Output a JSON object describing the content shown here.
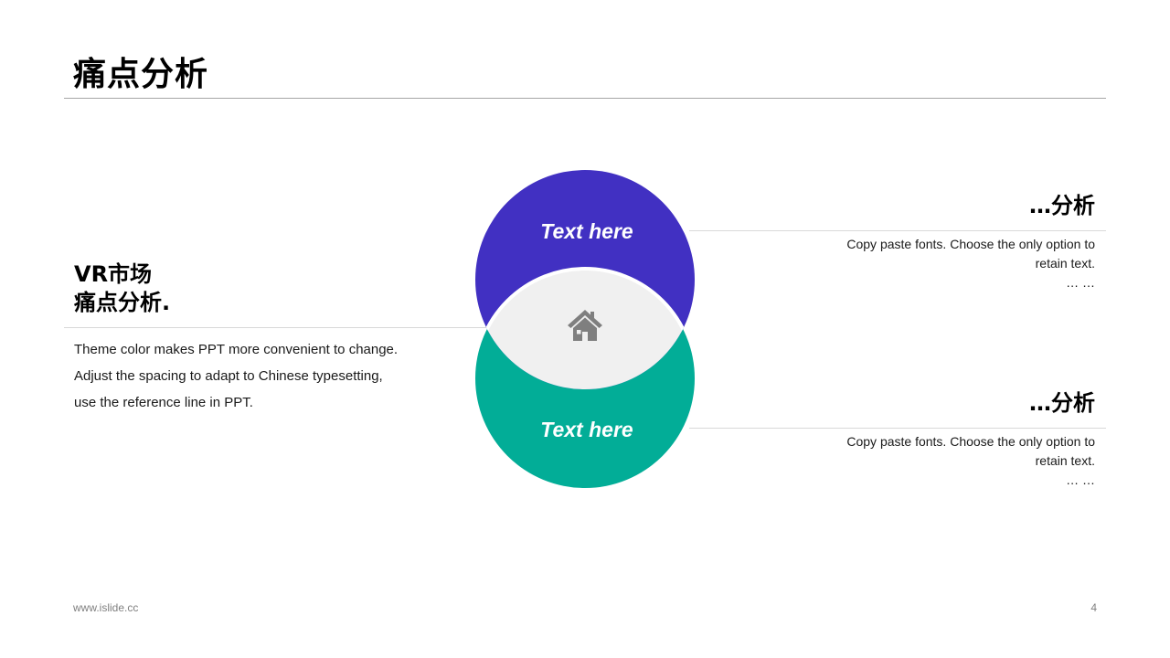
{
  "title": "痛点分析",
  "left": {
    "heading_line1": "VR市场",
    "heading_line2": "痛点分析.",
    "body": [
      "Theme color makes PPT more convenient to change.",
      "Adjust the spacing to adapt to Chinese typesetting,",
      "use the reference line in PPT."
    ]
  },
  "venn": {
    "top_label": "Text here",
    "bottom_label": "Text here",
    "center_icon": "home-icon",
    "top_color": "#4130c2",
    "bottom_color": "#02ad97",
    "overlap_color": "#f0f0f0"
  },
  "right_items": [
    {
      "heading": "…分析",
      "text_line1": "Copy paste fonts. Choose the only option to",
      "text_line2": "retain text.",
      "text_line3": "… …"
    },
    {
      "heading": "…分析",
      "text_line1": "Copy paste fonts. Choose the only option to",
      "text_line2": "retain text.",
      "text_line3": "… …"
    }
  ],
  "footer": {
    "url": "www.islide.cc",
    "page_number": "4"
  }
}
